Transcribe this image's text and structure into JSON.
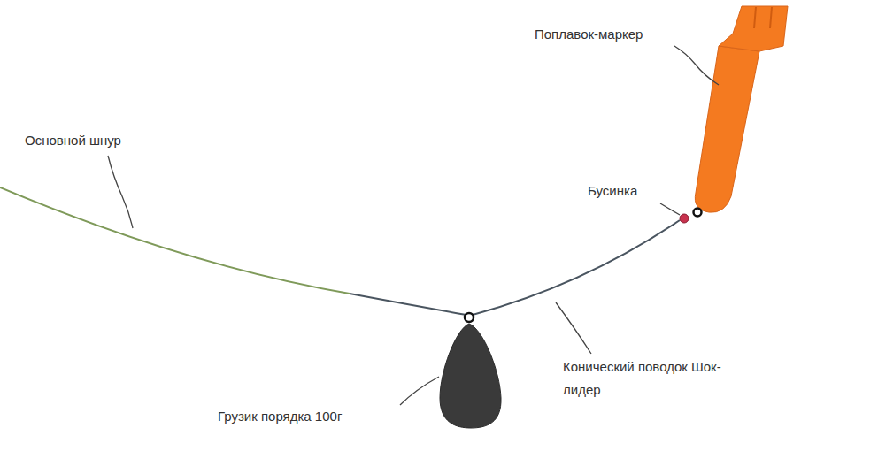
{
  "diagram": {
    "labels": [
      "Поплавок-маркер",
      "Основной шнур",
      "Бусинка",
      "Конический поводок Шок-лидер",
      "Грузик порядка 100г"
    ]
  }
}
